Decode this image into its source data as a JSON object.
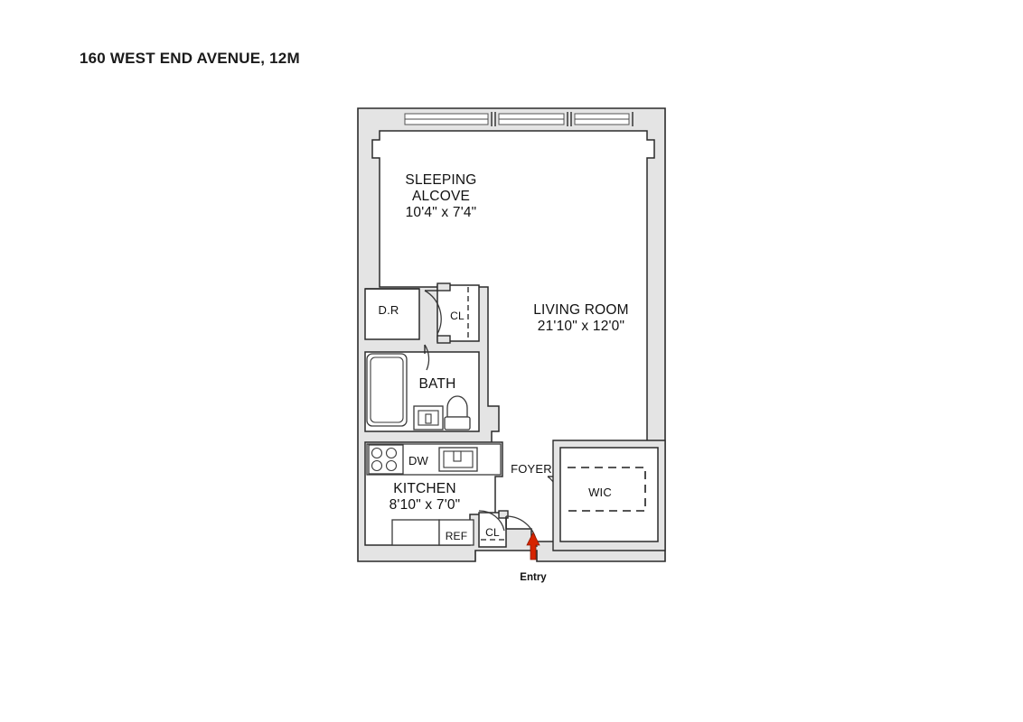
{
  "header": {
    "title": "160 WEST END AVENUE, 12M"
  },
  "floorplan": {
    "unit": "12M",
    "building": "160 West End Avenue",
    "wall_fill_color": "#e4e4e4",
    "wall_stroke_color": "#2b2b2b",
    "entry_marker_color": "#d62400",
    "rooms": [
      {
        "key": "sleeping_alcove",
        "name_line1": "SLEEPING",
        "name_line2": "ALCOVE",
        "dimensions": "10'4\" x 7'4\""
      },
      {
        "key": "living_room",
        "name_line1": "LIVING ROOM",
        "dimensions": "21'10\" x 12'0\""
      },
      {
        "key": "kitchen",
        "name_line1": "KITCHEN",
        "dimensions": "8'10\" x 7'0\""
      },
      {
        "key": "bath",
        "name_line1": "BATH",
        "dimensions": ""
      },
      {
        "key": "dining_recess",
        "name_line1": "D.R",
        "dimensions": ""
      },
      {
        "key": "foyer",
        "name_line1": "FOYER",
        "dimensions": ""
      },
      {
        "key": "walk_in_closet",
        "name_line1": "WIC",
        "dimensions": ""
      }
    ],
    "labels": {
      "sleeping_alcove_l1": "SLEEPING",
      "sleeping_alcove_l2": "ALCOVE",
      "sleeping_alcove_dim": "10'4\" x 7'4\"",
      "living_room": "LIVING ROOM",
      "living_room_dim": "21'10\" x 12'0\"",
      "kitchen": "KITCHEN",
      "kitchen_dim": "8'10\" x 7'0\"",
      "bath": "BATH",
      "dining_recess": "D.R",
      "foyer": "FOYER",
      "wic": "WIC",
      "closet_hall": "CL",
      "closet_entry": "CL",
      "dishwasher": "DW",
      "refrigerator": "REF",
      "entry": "Entry"
    },
    "fixtures": [
      {
        "key": "bathtub",
        "room": "bath"
      },
      {
        "key": "toilet",
        "room": "bath"
      },
      {
        "key": "vanity-sink",
        "room": "bath"
      },
      {
        "key": "cooktop-four-burner",
        "room": "kitchen"
      },
      {
        "key": "dishwasher",
        "room": "kitchen",
        "label": "DW"
      },
      {
        "key": "kitchen-sink",
        "room": "kitchen"
      },
      {
        "key": "refrigerator",
        "room": "kitchen",
        "label": "REF"
      },
      {
        "key": "counter",
        "room": "kitchen"
      },
      {
        "key": "closet-shelf",
        "room": "walk_in_closet"
      }
    ],
    "windows": {
      "count": 3,
      "wall": "north"
    },
    "doors": [
      {
        "key": "entry-door",
        "swing": "left"
      },
      {
        "key": "foyer-closet-door",
        "swing": "left"
      },
      {
        "key": "bath-door",
        "swing": "right"
      },
      {
        "key": "hall-closet-door",
        "swing": "right"
      },
      {
        "key": "entry-closet-door",
        "swing": "right"
      }
    ]
  }
}
